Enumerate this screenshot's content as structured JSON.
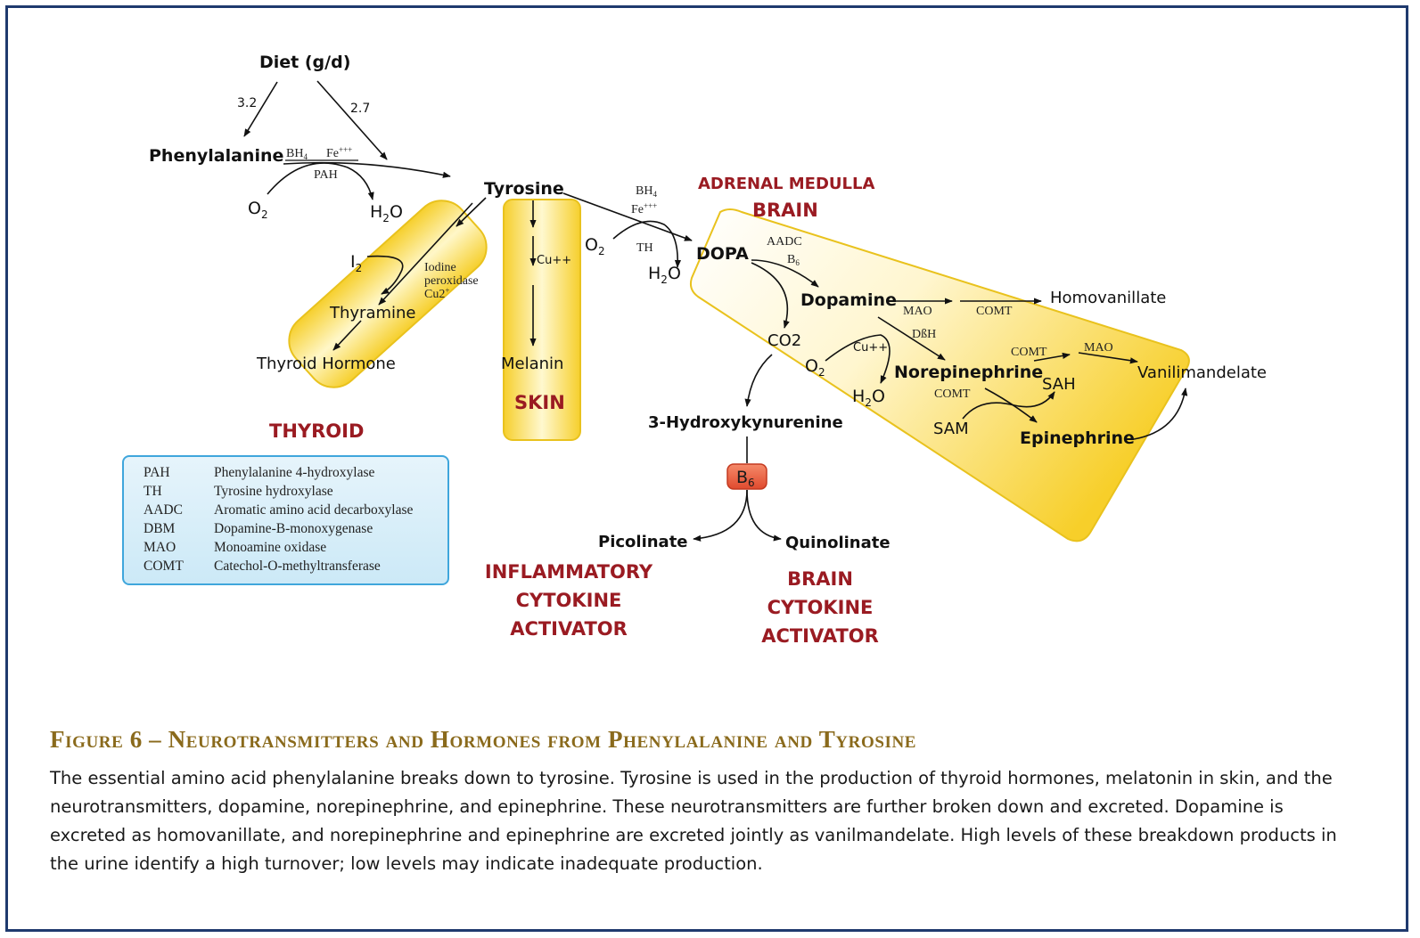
{
  "nodes": {
    "diet": "Diet (g/d)",
    "diet_left_value": "3.2",
    "diet_right_value": "2.7",
    "phenylalanine": "Phenylalanine",
    "bh4_1": "BH",
    "fe_1": "Fe",
    "pah": "PAH",
    "o2_1": "O",
    "h2o_1": "H",
    "tyrosine": "Tyrosine",
    "bh4_2": "BH",
    "fe_2": "Fe",
    "th": "TH",
    "o2_2": "O",
    "h2o_2": "H",
    "i2": "I",
    "iodine_1": "Iodine",
    "iodine_2": "peroxidase",
    "iodine_3": "Cu2",
    "thyramine": "Thyramine",
    "thyroid_hormone": "Thyroid Hormone",
    "cu_skin": "Cu++",
    "melanin": "Melanin",
    "dopa": "DOPA",
    "aadc": "AADC",
    "b6_small": "B",
    "dopamine": "Dopamine",
    "mao_1": "MAO",
    "comt_1": "COMT",
    "homovanillate": "Homovanillate",
    "co2": "CO2",
    "dbh": "DßH",
    "cu_ne": "Cu++",
    "o2_3": "O",
    "h2o_3": "H",
    "norepinephrine": "Norepinephrine",
    "comt_2": "COMT",
    "mao_2": "MAO",
    "vanilimandelate": "Vanilimandelate",
    "sah": "SAH",
    "comt_3": "COMT",
    "sam": "SAM",
    "epinephrine": "Epinephrine",
    "hydroxykynurenine": "3-Hydroxykynurenine",
    "b6_badge": "B",
    "picolinate": "Picolinate",
    "quinolinate": "Quinolinate"
  },
  "regions": {
    "adrenal_medulla": "ADRENAL MEDULLA",
    "brain": "BRAIN",
    "thyroid": "THYROID",
    "skin": "SKIN",
    "inflammatory_1": "INFLAMMATORY",
    "inflammatory_2": "CYTOKINE",
    "inflammatory_3": "ACTIVATOR",
    "brain_cytokine_1": "BRAIN",
    "brain_cytokine_2": "CYTOKINE",
    "brain_cytokine_3": "ACTIVATOR"
  },
  "legend": [
    {
      "abbr": "PAH",
      "name": "Phenylalanine 4-hydroxylase"
    },
    {
      "abbr": "TH",
      "name": "Tyrosine hydroxylase"
    },
    {
      "abbr": "AADC",
      "name": "Aromatic amino acid decarboxylase"
    },
    {
      "abbr": "DBM",
      "name": "Dopamine-B-monoxygenase"
    },
    {
      "abbr": "MAO",
      "name": "Monoamine oxidase"
    },
    {
      "abbr": "COMT",
      "name": "Catechol-O-methyltransferase"
    }
  ],
  "caption": {
    "title": "Figure 6 – Neurotransmitters and Hormones from Phenylalanine and Tyrosine",
    "text": "The essential amino acid phenylalanine breaks down to tyrosine. Tyrosine is used in the production of thyroid hormones, melatonin in skin, and the neurotransmitters, dopamine, norepinephrine, and epinephrine. These neurotransmitters are further broken down and excreted. Dopamine is excreted as homovanillate, and norepinephrine and epinephrine are excreted jointly as vanilmandelate. High levels of these breakdown products in the urine identify a high turnover; low levels may indicate inadequate production."
  },
  "colors": {
    "region_label": "#9a1b22",
    "band_fill": "#f9d84a",
    "band_stroke": "#e9c21d",
    "legend_border": "#3fa6dc",
    "caption_title": "#8a6a1c",
    "frame": "#1f3a6e",
    "b6_badge": "#e8553a"
  }
}
